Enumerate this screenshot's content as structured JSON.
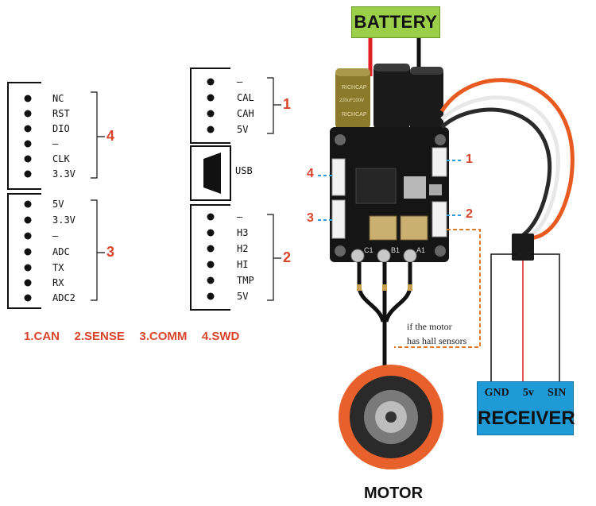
{
  "connectors": {
    "swd": {
      "number": "4",
      "pins": [
        "NC",
        "RST",
        "DIO",
        "–",
        "CLK",
        "3.3V"
      ]
    },
    "comm": {
      "number": "3",
      "pins": [
        "5V",
        "3.3V",
        "–",
        "ADC",
        "TX",
        "RX",
        "ADC2"
      ]
    },
    "can": {
      "number": "1",
      "pins": [
        "–",
        "CAL",
        "CAH",
        "5V"
      ]
    },
    "usb": {
      "label": "USB"
    },
    "sense": {
      "number": "2",
      "pins": [
        "–",
        "H3",
        "H2",
        "HI",
        "TMP",
        "5V"
      ]
    }
  },
  "legend": "1.CAN   2.SENSE   3.COMM   4.SWD",
  "battery": {
    "label": "BATTERY"
  },
  "board_ports": {
    "left_top": "4",
    "left_bottom": "3",
    "right_top": "1",
    "right_bottom": "2"
  },
  "phase_labels": [
    "C1",
    "B1",
    "A1"
  ],
  "capacitor_text": [
    "RICHCAP",
    "220uF100V",
    "RICHCAP"
  ],
  "receiver": {
    "pins": [
      "GND",
      "5v",
      "SIN"
    ],
    "title": "RECEIVER"
  },
  "motor": {
    "label": "MOTOR"
  },
  "note": {
    "line1": "if the motor",
    "line2": "has hall sensors"
  },
  "colors": {
    "accent_red": "#d9442a",
    "battery_green": "#9bcf4a",
    "receiver_blue": "#1e9bd7",
    "hall_dash": "#e07b2a",
    "port_link_blue": "#2aa0e0"
  }
}
